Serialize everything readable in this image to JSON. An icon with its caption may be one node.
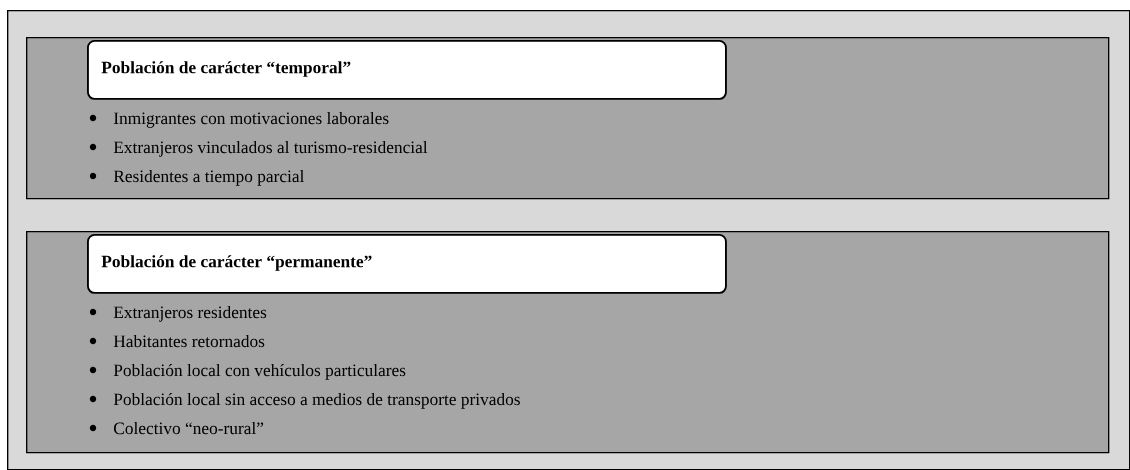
{
  "diagram": {
    "nodes": [
      {
        "text": [],
        "shape": "box"
      },
      {
        "text": [
          "Inmigrantes con motivaciones laborales",
          "Extranjeros vinculados al turismo-residencial",
          "Residentes a tiempo parcial"
        ],
        "in": 0
      },
      {
        "text": [
          "Población de carácter “temporal”"
        ],
        "in": 1
      },
      {
        "text": [
          "Extranjeros residentes",
          "Habitantes retornados",
          "Población local con vehículos particulares",
          "Población local sin acceso a medios de transporte privados",
          "Colectivo “neo-rural”"
        ],
        "in": 0
      },
      {
        "text": [
          "Población de carácter “permanente”"
        ],
        "in": 3
      }
    ]
  }
}
